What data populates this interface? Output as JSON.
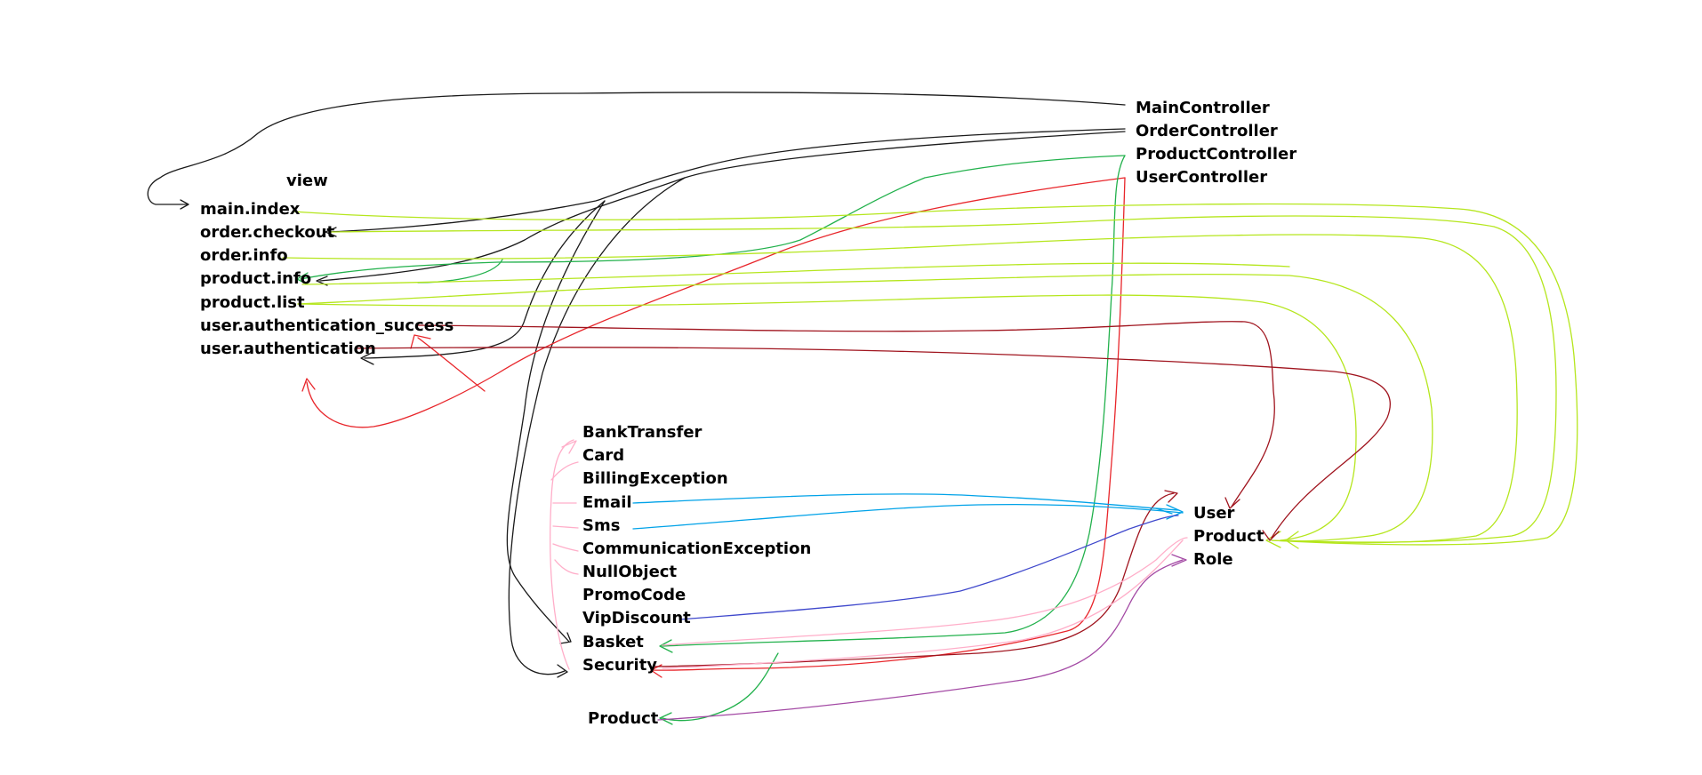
{
  "colors": {
    "black": "#1a1a1a",
    "red": "#e8262b",
    "green": "#22b14c",
    "lime": "#b5e61d",
    "darkred": "#a0141e",
    "blue": "#00a2e8",
    "indigo": "#3f48cc",
    "pink": "#ffaec9",
    "purple": "#a349a4"
  },
  "controllers": {
    "main": "MainController",
    "order": "OrderController",
    "product": "ProductController",
    "user": "UserController"
  },
  "view": {
    "title": "view",
    "main_index": "main.index",
    "order_checkout": "order.checkout",
    "order_info": "order.info",
    "product_info": "product.info",
    "product_list": "product.list",
    "user_auth_success": "user.authentication_success",
    "user_auth": "user.authentication"
  },
  "services": {
    "bank_transfer": "BankTransfer",
    "card": "Card",
    "billing_exception": "BillingException",
    "email": "Email",
    "sms": "Sms",
    "communication_exception": "CommunicationException",
    "null_object": "NullObject",
    "promo_code": "PromoCode",
    "vip_discount": "VipDiscount",
    "basket": "Basket",
    "security": "Security",
    "product": "Product"
  },
  "entities": {
    "user": "User",
    "product": "Product",
    "role": "Role"
  }
}
